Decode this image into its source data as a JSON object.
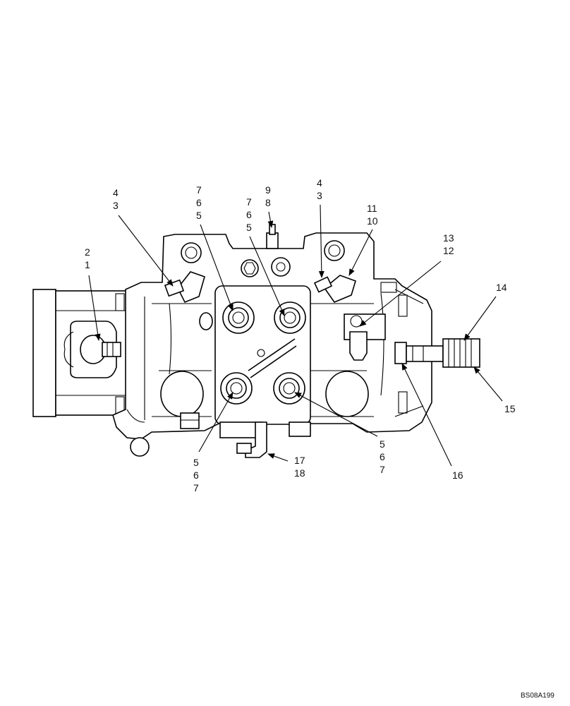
{
  "labels": {
    "l2": "2",
    "l1": "1",
    "l4a": "4",
    "l3a": "3",
    "l7a": "7",
    "l6a": "6",
    "l5a": "5",
    "l7b": "7",
    "l6b": "6",
    "l5b": "5",
    "l9": "9",
    "l8": "8",
    "l4b": "4",
    "l3b": "3",
    "l11": "11",
    "l10": "10",
    "l13": "13",
    "l12": "12",
    "l14": "14",
    "l15": "15",
    "l16": "16",
    "l5c": "5",
    "l6c": "6",
    "l7c": "7",
    "l5d": "5",
    "l6d": "6",
    "l7d": "7",
    "l17": "17",
    "l18": "18"
  },
  "drawing_code": "BS08A199"
}
